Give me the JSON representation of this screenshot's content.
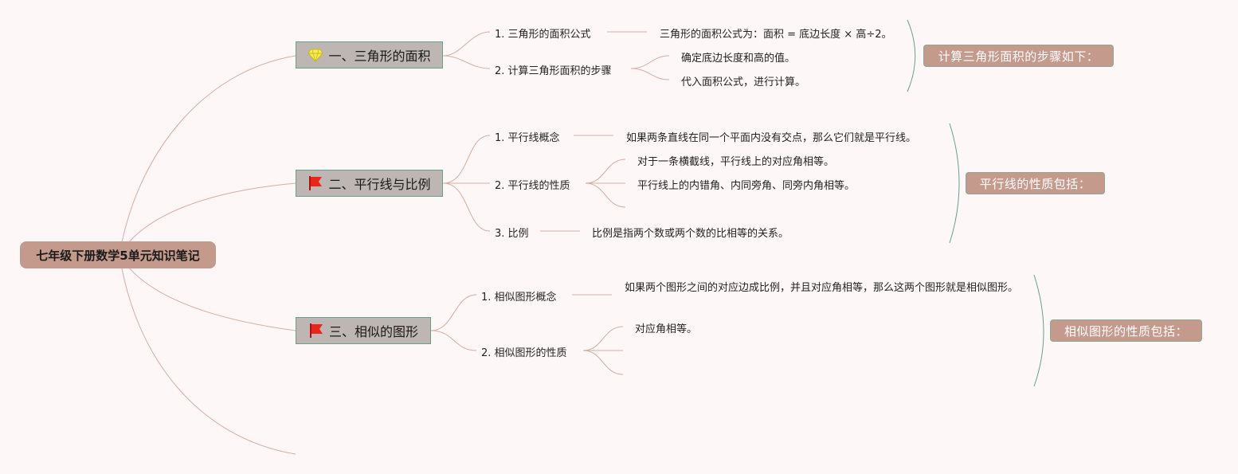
{
  "root": "七年级下册数学5单元知识笔记",
  "colors": {
    "background": "#fdf8f7",
    "root_fill": "#c49a8d",
    "branch_fill": "#bdb6b3",
    "branch_border": "#6a9e86",
    "connector": "#d3aea3",
    "bracket": "#6a9e86",
    "summary_fill": "#c49a8d"
  },
  "branches": [
    {
      "title": "一、三角形的面积",
      "icon": "diamond-icon",
      "subs": [
        {
          "label": "1. 三角形的面积公式",
          "leaves": [
            "三角形的面积公式为：面积 = 底边长度 × 高÷2。"
          ]
        },
        {
          "label": "2. 计算三角形面积的步骤",
          "leaves": [
            "确定底边长度和高的值。",
            "代入面积公式，进行计算。"
          ]
        }
      ],
      "summary": "计算三角形面积的步骤如下："
    },
    {
      "title": "二、平行线与比例",
      "icon": "red-flag-icon",
      "subs": [
        {
          "label": "1. 平行线概念",
          "leaves": [
            "如果两条直线在同一个平面内没有交点，那么它们就是平行线。"
          ]
        },
        {
          "label": "2. 平行线的性质",
          "leaves": [
            "对于一条横截线，平行线上的对应角相等。",
            "平行线上的内错角、内同旁角、同旁内角相等。",
            ""
          ]
        },
        {
          "label": "3. 比例",
          "leaves": [
            "比例是指两个数或两个数的比相等的关系。"
          ]
        }
      ],
      "summary": "平行线的性质包括："
    },
    {
      "title": "三、相似的图形",
      "icon": "red-flag-icon",
      "subs": [
        {
          "label": "1. 相似图形概念",
          "leaves": [
            "如果两个图形之间的对应边成比例，并且对应角相等，那么这两个图形就是相似图形。"
          ]
        },
        {
          "label": "2. 相似图形的性质",
          "leaves": [
            "对应角相等。",
            "",
            ""
          ]
        }
      ],
      "summary": "相似图形的性质包括："
    }
  ]
}
